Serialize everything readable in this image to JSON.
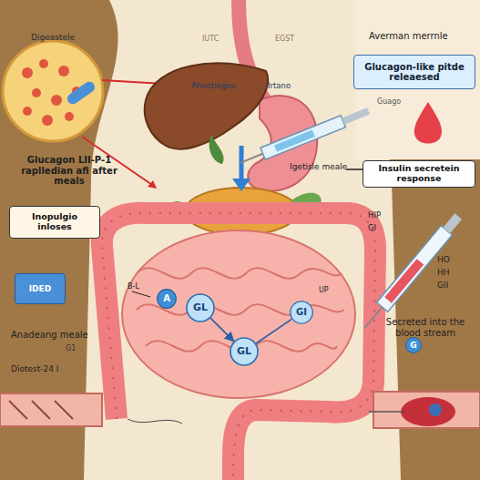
{
  "diagram": {
    "nodes": [
      {
        "text": [
          "Glucagon-like pitde releaesed"
        ]
      },
      {
        "text": [
          "Insulin secretein response"
        ]
      },
      {
        "text": [
          "Inopulgio inloses"
        ]
      },
      {
        "text": [
          "A"
        ]
      },
      {
        "text": [
          "GL"
        ]
      },
      {
        "text": [
          "GI"
        ]
      },
      {
        "text": [
          "GL"
        ]
      },
      {
        "text": [
          "G"
        ]
      },
      {
        "text": [
          "IDED"
        ]
      }
    ],
    "edges": [
      {
        "from": 4,
        "to": 6,
        "arrow": "to"
      },
      {
        "from": 5,
        "to": 6,
        "arrow": "none"
      }
    ],
    "labels": [
      "Digeastele",
      "IUTC",
      "EGST",
      "Averman merrnle",
      "Ahuetiegne",
      "Irtano",
      "Guago",
      "Glucagon LII-P-1 raplledian afi after meals",
      "Igetisle meale",
      "HIP",
      "GI",
      "B-L",
      "UP",
      "HO",
      "HH",
      "GII",
      "Anadeang meale",
      "G1",
      "Diotest-24 I",
      "Secreted into the blood stream"
    ]
  }
}
